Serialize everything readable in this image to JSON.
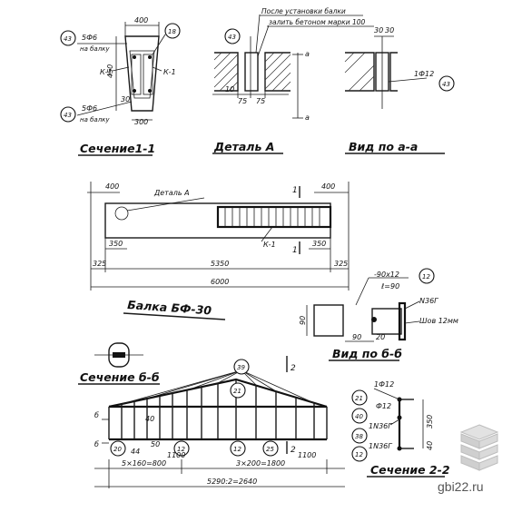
{
  "section_1_1": {
    "title": "Сечение1-1",
    "dim_top": "400",
    "dim_bottom": "300",
    "dim_height": "450",
    "dim_small": "30",
    "bar_top": "5Ф6",
    "bar_top_note": "на балку",
    "bar_bottom": "5Ф6",
    "bar_bottom_note": "на балку",
    "pos_left_top": "43",
    "pos_right_top": "18",
    "pos_left_bottom": "43",
    "frame_left": "К-1",
    "frame_right": "К-1"
  },
  "detail_a": {
    "title": "Деталь А",
    "note1": "После установки балки",
    "note2": "залить бетоном марки 100",
    "pos": "43",
    "dim1": "10",
    "dim2": "75",
    "dim3": "75"
  },
  "view_a_a": {
    "title": "Вид по а-а",
    "mark_a_top": "а",
    "mark_a_bottom": "а",
    "dim1": "30",
    "dim2": "30",
    "bar": "1Ф12",
    "pos": "43"
  },
  "beam": {
    "title": "Балка БФ-30",
    "detail_ref": "Деталь А",
    "dim_left": "400",
    "dim_right": "400",
    "dim_350_left": "350",
    "dim_350_right": "350",
    "dim_325_left": "325",
    "dim_325_right": "325",
    "dim_middle": "5350",
    "dim_total": "6000",
    "frame": "К-1",
    "sec_mark_1": "1",
    "sec_mark_2": "1"
  },
  "view_b_b": {
    "title": "Вид по б-б",
    "plate": "-90х12",
    "plate_len": "ℓ=90",
    "pos": "12",
    "part": "N36Г",
    "weld": "Шов 12мм",
    "dim_v": "90",
    "dim_h1": "90",
    "dim_h2": "20"
  },
  "section_b_b": {
    "title": "Сечение б-б"
  },
  "frame_k1": {
    "pos_top": "39",
    "pos_21": "21",
    "sec_mark": "2",
    "sec_mark_bottom": "2",
    "pos_bottom_left": "20",
    "pos_12_a": "12",
    "pos_12_b": "12",
    "pos_25": "25",
    "dim_44": "44",
    "dim_50": "50",
    "dim_1100_a": "1100",
    "dim_1100_b": "1100",
    "dim_left_group": "5×160=800",
    "dim_right_group": "3×200=1800",
    "dim_total": "5290:2=2640",
    "mark_6": "б",
    "mark_6b": "б",
    "dim_40": "40"
  },
  "section_2_2": {
    "title": "Сечение 2-2",
    "bar_top": "1Ф12",
    "bar_mid": "Ф12",
    "part": "1N36Г",
    "part2": "1N36Г",
    "pos_21": "21",
    "pos_40": "40",
    "pos_38": "38",
    "pos_12": "12",
    "dim_350": "350",
    "dim_40": "40"
  },
  "watermark": "gbi22.ru"
}
